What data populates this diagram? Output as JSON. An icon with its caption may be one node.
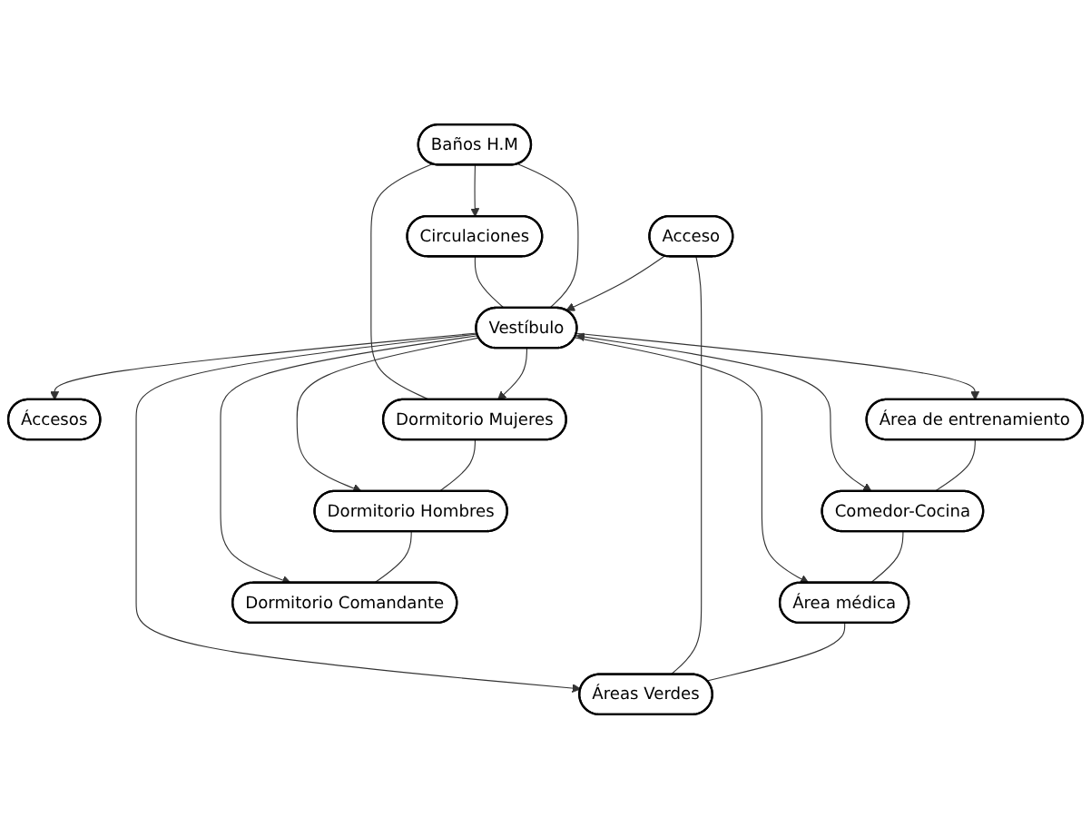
{
  "diagram": {
    "nodes": [
      {
        "text": [
          "Circulaciones"
        ]
      },
      {
        "text": [
          "Áccesos"
        ]
      },
      {
        "text": [
          "Baños H.M"
        ]
      },
      {
        "text": [
          "Dormitorio Mujeres"
        ]
      },
      {
        "text": [
          "Área de entrenamiento"
        ]
      },
      {
        "text": [
          "Vestíbulo"
        ]
      },
      {
        "text": [
          "Comedor-Cocina"
        ]
      },
      {
        "text": [
          "Dormitorio Hombres"
        ]
      },
      {
        "text": [
          "Área médica"
        ]
      },
      {
        "text": [
          "Dormitorio Comandante"
        ]
      },
      {
        "text": [
          "Acceso"
        ]
      },
      {
        "text": [
          "Áreas Verdes"
        ]
      }
    ],
    "edges": [
      {
        "from": 2,
        "to": 0,
        "arrow": "to"
      },
      {
        "from": 2,
        "to": 3,
        "arrow": "none"
      },
      {
        "from": 0,
        "to": 5,
        "arrow": "none"
      },
      {
        "from": 2,
        "to": 5,
        "arrow": "none"
      },
      {
        "from": 5,
        "to": 1,
        "arrow": "to"
      },
      {
        "from": 5,
        "to": 4,
        "arrow": "to"
      },
      {
        "from": 5,
        "to": 6,
        "arrow": "both"
      },
      {
        "from": 5,
        "to": 3,
        "arrow": "to"
      },
      {
        "from": 5,
        "to": 7,
        "arrow": "to"
      },
      {
        "from": 5,
        "to": 9,
        "arrow": "to"
      },
      {
        "from": 5,
        "to": 8,
        "arrow": "to"
      },
      {
        "from": 5,
        "to": 11,
        "arrow": "to"
      },
      {
        "from": 10,
        "to": 5,
        "arrow": "to"
      },
      {
        "from": 10,
        "to": 11,
        "arrow": "none"
      },
      {
        "from": 4,
        "to": 6,
        "arrow": "none"
      },
      {
        "from": 6,
        "to": 8,
        "arrow": "none"
      },
      {
        "from": 8,
        "to": 11,
        "arrow": "none"
      },
      {
        "from": 3,
        "to": 7,
        "arrow": "none"
      },
      {
        "from": 7,
        "to": 9,
        "arrow": "none"
      }
    ]
  }
}
